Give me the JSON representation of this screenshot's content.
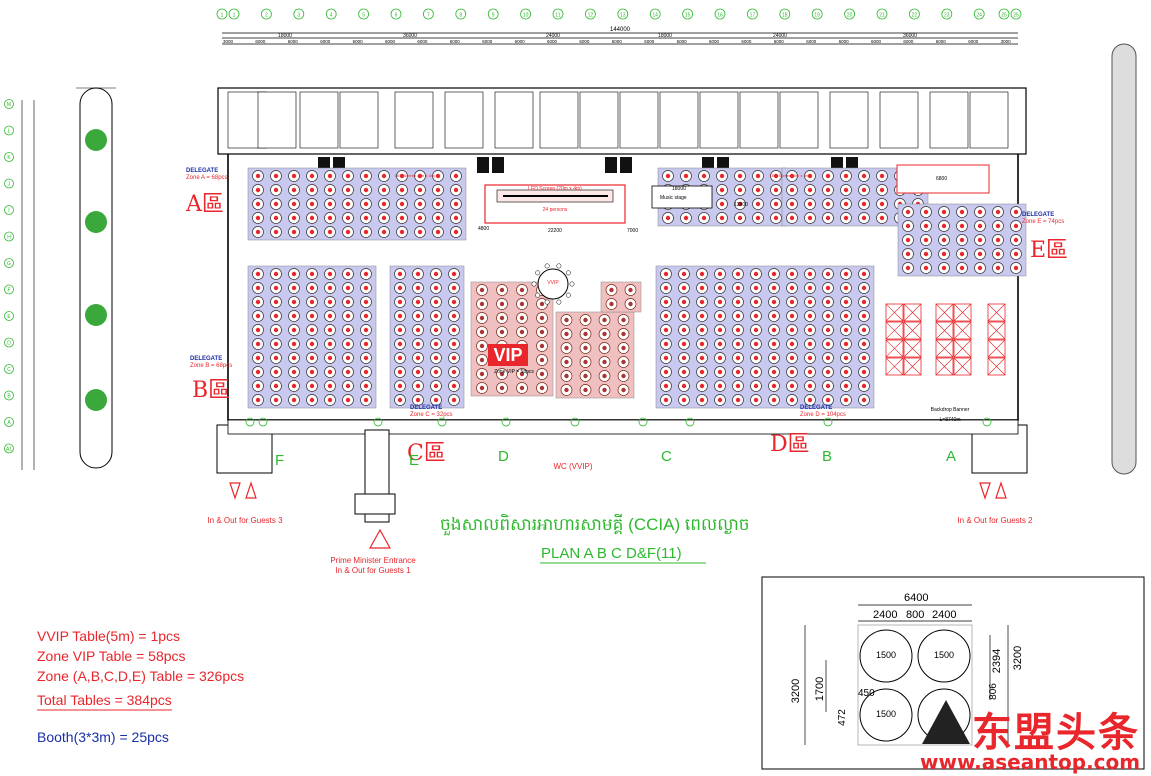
{
  "top_dims": {
    "total": "144000",
    "mid": [
      "18000",
      "36000",
      "24000",
      "18000",
      "24000",
      "36000"
    ],
    "small": [
      "3000",
      "6000",
      "6000",
      "6000",
      "6000",
      "6000",
      "6000",
      "6000",
      "6000",
      "6000",
      "6000",
      "6000",
      "6000",
      "6000",
      "6000",
      "6000",
      "6000",
      "6000",
      "6000",
      "6000",
      "6000",
      "6000",
      "6000",
      "6000",
      "3000"
    ]
  },
  "grid_numbers": [
    "1",
    "1",
    "2",
    "3",
    "4",
    "5",
    "6",
    "7",
    "8",
    "9",
    "10",
    "11",
    "12",
    "13",
    "14",
    "15",
    "16",
    "17",
    "18",
    "19",
    "20",
    "21",
    "22",
    "23",
    "24",
    "25",
    "25"
  ],
  "row_letters": [
    "M",
    "L",
    "K",
    "J",
    "I",
    "H",
    "G",
    "F",
    "E",
    "D",
    "C",
    "B",
    "A",
    "A1"
  ],
  "zones": {
    "a_cn": "A區",
    "b_cn": "B區",
    "c_cn": "C區",
    "d_cn": "D區",
    "e_cn": "E區",
    "a_label": "Zone A = 68pcs",
    "b_label": "Zone B = 68pcs",
    "c_label": "Zone C = 32pcs",
    "d_label": "Zone D = 104pcs",
    "e_label": "Zone E = 74pcs",
    "delegate": "DELEGATE",
    "vip": "VIP",
    "vip_label": "Zone VIP = 58pcs",
    "vvip": "VVIP"
  },
  "stage": {
    "led_main": "LED Screen (20m x 4m)",
    "persons": "24 persons",
    "music": "Music stage",
    "music_dim": "18000",
    "led_small": "LED Screen (5m x 3m)",
    "dims": [
      "22200",
      "7000",
      "4800",
      "13800",
      "6800",
      "3000"
    ]
  },
  "doors": [
    "F",
    "E",
    "D",
    "C",
    "B",
    "A"
  ],
  "wc": "WC (VVIP)",
  "exits": {
    "guests3": "In & Out for Guests 3",
    "guests2": "In & Out for Guests 2",
    "pm": "Prime Minister Entrance",
    "guests1": "In & Out for Guests 1"
  },
  "backdrop": "Backdrop Banner L=8740m",
  "title_khmer": "ចួងសាលពិសារអាហារសាមគ្គី (CCIA) ពេលល្ងាច",
  "subtitle": "PLAN A B C D&F(11)",
  "legend": {
    "vvip": "VVIP Table(5m) = 1pcs",
    "zone_vip": "Zone VIP Table = 58pcs",
    "zone_abcde": "Zone (A,B,C,D,E) Table = 326pcs",
    "total": "Total Tables = 384pcs",
    "booth": "Booth(3*3m) = 25pcs"
  },
  "detail": {
    "w": "6400",
    "w_parts": [
      "2400",
      "800",
      "2400"
    ],
    "table_d": "1500",
    "h_right": "3200",
    "h_right_part": "2394",
    "h_left": "3200",
    "h_left_part": "1700",
    "gap": "806",
    "offset": "450",
    "small": "472"
  },
  "watermark": {
    "cn": "东盟头条",
    "url": "www.aseantop.com"
  }
}
